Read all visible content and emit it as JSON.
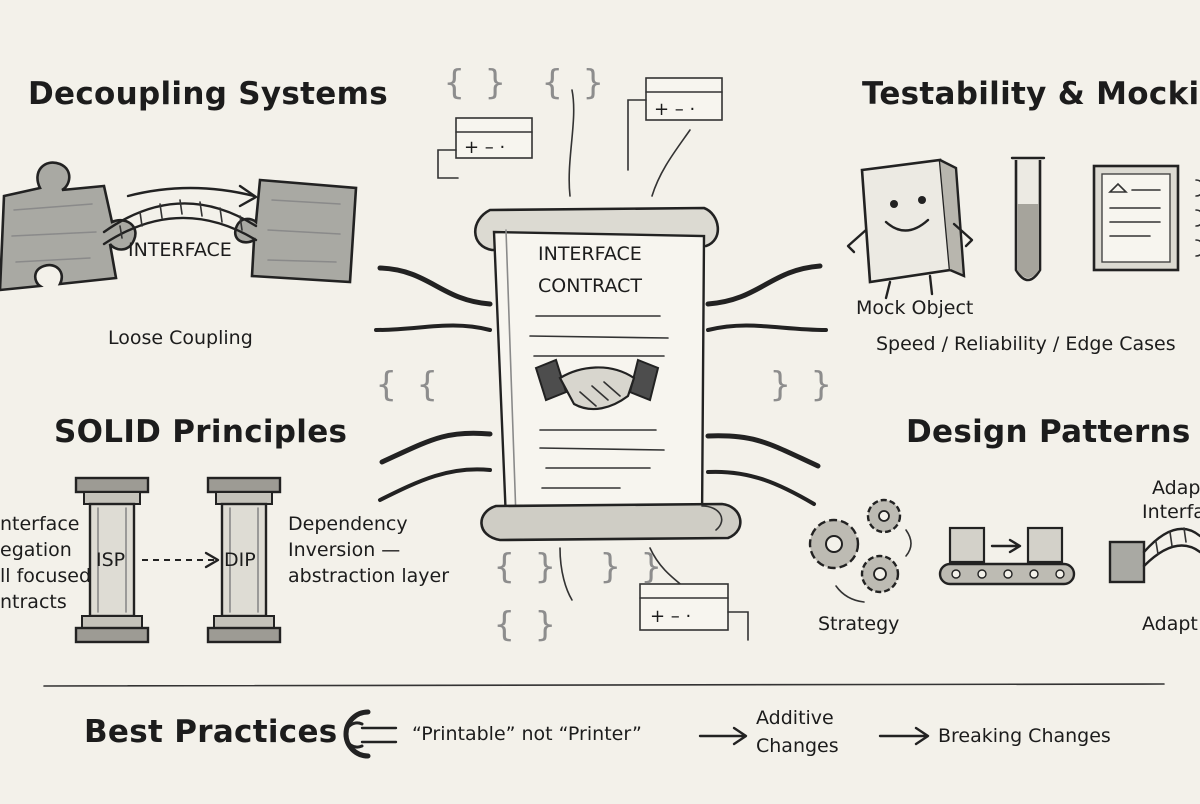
{
  "sections": {
    "decoupling": {
      "title": "Decoupling Systems",
      "bridge_label": "INTERFACE",
      "caption": "Loose Coupling"
    },
    "center": {
      "title_line1": "INTERFACE",
      "title_line2": "CONTRACT"
    },
    "testability": {
      "title": "Testability & Mocking",
      "mock_label": "Mock Object",
      "caption": "Speed / Reliability / Edge Cases"
    },
    "solid": {
      "title": "SOLID Principles",
      "left_pillar": "ISP",
      "right_pillar": "DIP",
      "left_text": [
        "nterface",
        "egation",
        "ll focused",
        "ntracts"
      ],
      "right_text": [
        "Dependency",
        "Inversion —",
        "abstraction layer"
      ]
    },
    "patterns": {
      "title": "Design Patterns",
      "strategy_label": "Strategy",
      "adapter_top": [
        "Adapt",
        "Interfa"
      ],
      "adapter_bottom": "Adapt"
    },
    "best_practices": {
      "title": "Best Practices",
      "item1": "“Printable” not “Printer”",
      "item2_line1": "Additive",
      "item2_line2": "Changes",
      "item3": "Breaking Changes"
    }
  },
  "widgets": {
    "mini_box_text": "+ – ·"
  },
  "braces": {
    "curly": "{ }",
    "open": "{ {",
    "close": "} }"
  }
}
